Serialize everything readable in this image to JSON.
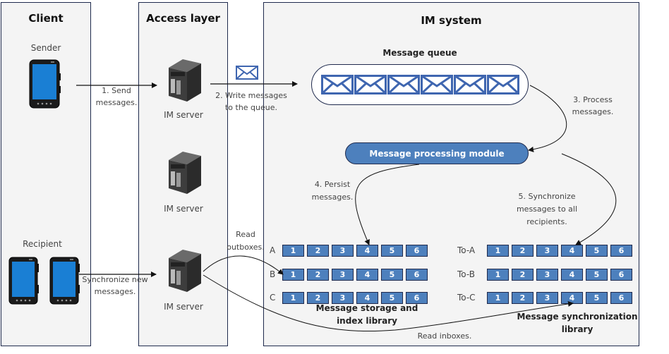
{
  "panels": {
    "client": {
      "title": "Client"
    },
    "access": {
      "title": "Access layer"
    },
    "im": {
      "title": "IM system"
    }
  },
  "client": {
    "sender_label": "Sender",
    "recipient_label": "Recipient"
  },
  "access": {
    "servers": [
      {
        "label": "IM server"
      },
      {
        "label": "IM server"
      },
      {
        "label": "IM server"
      }
    ]
  },
  "im": {
    "queue_title": "Message queue",
    "queue_message_count": 6,
    "module_label": "Message processing module",
    "storage": {
      "title_line1": "Message storage and",
      "title_line2": "index library",
      "rows": [
        {
          "label": "A",
          "cells": [
            "1",
            "2",
            "3",
            "4",
            "5",
            "6"
          ]
        },
        {
          "label": "B",
          "cells": [
            "1",
            "2",
            "3",
            "4",
            "5",
            "6"
          ]
        },
        {
          "label": "C",
          "cells": [
            "1",
            "2",
            "3",
            "4",
            "5",
            "6"
          ]
        }
      ]
    },
    "sync": {
      "title_line1": "Message synchronization",
      "title_line2": "library",
      "rows": [
        {
          "label": "To-A",
          "cells": [
            "1",
            "2",
            "3",
            "4",
            "5",
            "6"
          ]
        },
        {
          "label": "To-B",
          "cells": [
            "1",
            "2",
            "3",
            "4",
            "5",
            "6"
          ]
        },
        {
          "label": "To-C",
          "cells": [
            "1",
            "2",
            "3",
            "4",
            "5",
            "6"
          ]
        }
      ]
    }
  },
  "steps": {
    "send_l1": "1. Send",
    "send_l2": "messages.",
    "write_l1": "2. Write messages",
    "write_l2": "to the queue.",
    "process_l1": "3. Process",
    "process_l2": "messages.",
    "persist_l1": "4. Persist",
    "persist_l2": "messages.",
    "sync_l1": "5. Synchronize",
    "sync_l2": "messages to all",
    "sync_l3": "recipients.",
    "sync_new_l1": "Synchronize new",
    "sync_new_l2": "messages.",
    "read_outboxes_l1": "Read",
    "read_outboxes_l2": "outboxes.",
    "read_inboxes": "Read inboxes."
  },
  "colors": {
    "accent_blue": "#4d80bd",
    "envelope_blue": "#3f66b0",
    "border_navy": "#1f2a4d",
    "panel_bg": "#f4f4f4"
  }
}
